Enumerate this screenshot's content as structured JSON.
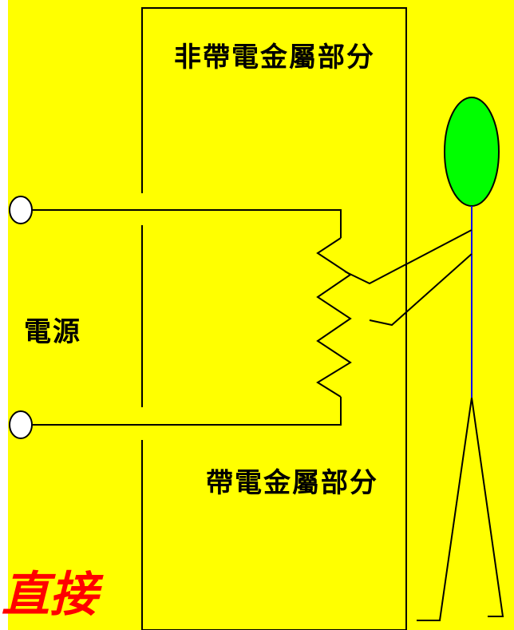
{
  "diagram": {
    "labels": {
      "non_live_metal_part": "非帶電金屬部分",
      "live_metal_part": "帶電金屬部分",
      "power_source": "電源",
      "direct": "直接"
    },
    "colors": {
      "background": "#ffff00",
      "direct_text": "#ff0000",
      "head": "#00ff00",
      "body": "#0000ff",
      "lines": "#000000"
    }
  }
}
